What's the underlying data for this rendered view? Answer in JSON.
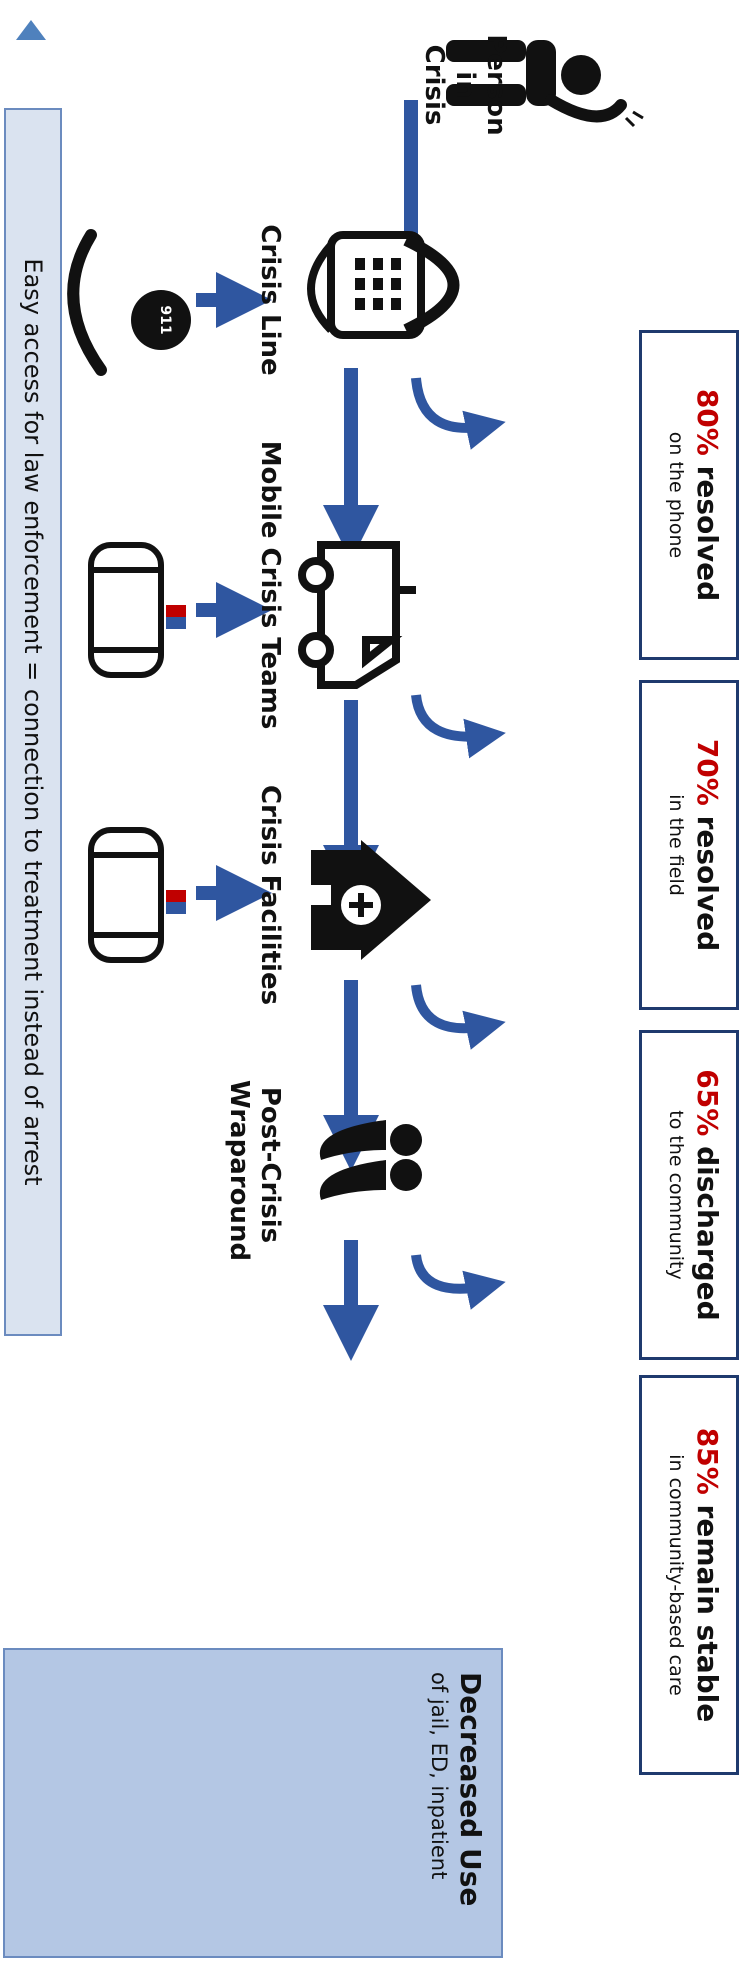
{
  "stages": {
    "person": [
      "Person",
      "in Crisis"
    ],
    "crisis_line": "Crisis Line",
    "mobile_teams": "Mobile Crisis Teams",
    "facilities": "Crisis Facilities",
    "post_crisis": [
      "Post-Crisis",
      "Wraparound"
    ]
  },
  "stats": [
    {
      "pct": "80%",
      "label": "resolved",
      "sub": "on the phone"
    },
    {
      "pct": "70%",
      "label": "resolved",
      "sub": "in the field"
    },
    {
      "pct": "65%",
      "label": "discharged",
      "sub": "to the community"
    },
    {
      "pct": "85%",
      "label": "remain stable",
      "sub": "in community-based care"
    }
  ],
  "phone_bubble": "911",
  "law_note": "Easy access for law enforcement = connection to treatment instead of arrest",
  "decreased": {
    "title": "Decreased Use",
    "sub": "of jail, ED, inpatient"
  },
  "colors": {
    "arrow": "#2f56a0",
    "accent_red": "#c00000",
    "box_border": "#1f3a6e",
    "law_box": "#dae3f0",
    "decreased_box": "#b4c7e4",
    "big_arrow": "#4f81bd"
  }
}
